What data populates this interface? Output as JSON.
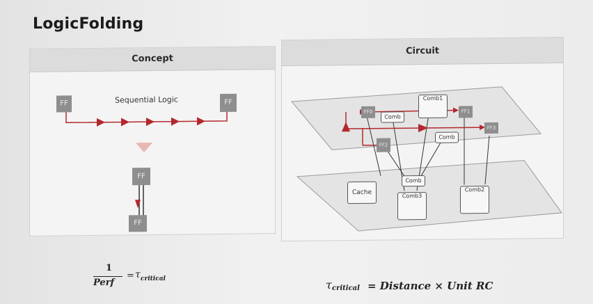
{
  "slide": {
    "title": "LogicFolding"
  },
  "concept": {
    "header": "Concept",
    "ff_label": "FF",
    "sequential_logic": "Sequential Logic"
  },
  "circuit": {
    "header": "Circuit",
    "ff0": "FF0",
    "ff1": "FF1",
    "ff2": "FF2",
    "ff3": "FF3",
    "comb": "Comb",
    "comb1": "Comb1",
    "comb2": "Comb2",
    "comb3": "Comb3",
    "cache": "Cache"
  },
  "formulas": {
    "numerator": "1",
    "denominator": "Perf",
    "equals": "=",
    "tau_left": "τ",
    "critical_sub": "critical",
    "right_eq": "= Distance × Unit RC"
  },
  "colors": {
    "arrow_red": "#b3282d",
    "ff_gray": "#8e8e8e"
  }
}
